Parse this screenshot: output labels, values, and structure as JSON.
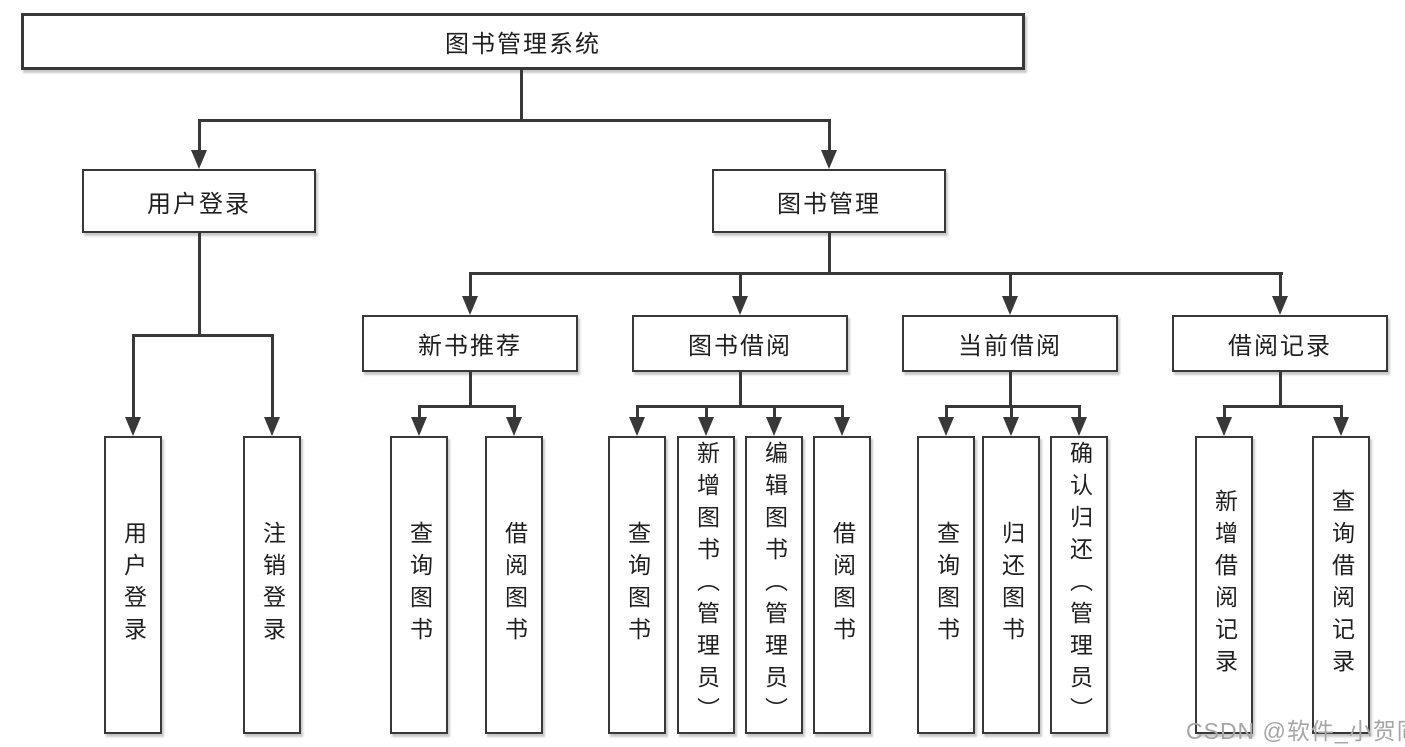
{
  "diagram": {
    "root": {
      "label": "图书管理系统"
    },
    "level2": [
      {
        "label": "用户登录"
      },
      {
        "label": "图书管理"
      }
    ],
    "level3": [
      {
        "label": "新书推荐"
      },
      {
        "label": "图书借阅"
      },
      {
        "label": "当前借阅"
      },
      {
        "label": "借阅记录"
      }
    ],
    "leaves": {
      "user_login": [
        {
          "label": "用户登录"
        },
        {
          "label": "注销登录"
        }
      ],
      "new_book": [
        {
          "label": "查询图书"
        },
        {
          "label": "借阅图书"
        }
      ],
      "book_borrow": [
        {
          "label": "查询图书"
        },
        {
          "label": "新增图书（管理员）"
        },
        {
          "label": "编辑图书（管理员）"
        },
        {
          "label": "借阅图书"
        }
      ],
      "current_borrow": [
        {
          "label": "查询图书"
        },
        {
          "label": "归还图书"
        },
        {
          "label": "确认归还（管理员）"
        }
      ],
      "borrow_record": [
        {
          "label": "新增借阅记录"
        },
        {
          "label": "查询借阅记录"
        }
      ]
    }
  },
  "watermark": {
    "text": "CSDN @软件_小贺同学"
  },
  "colors": {
    "line": "#383838",
    "text": "#1f1f1f",
    "box_bg": "#ffffff",
    "watermark": "#a6a6a6"
  }
}
